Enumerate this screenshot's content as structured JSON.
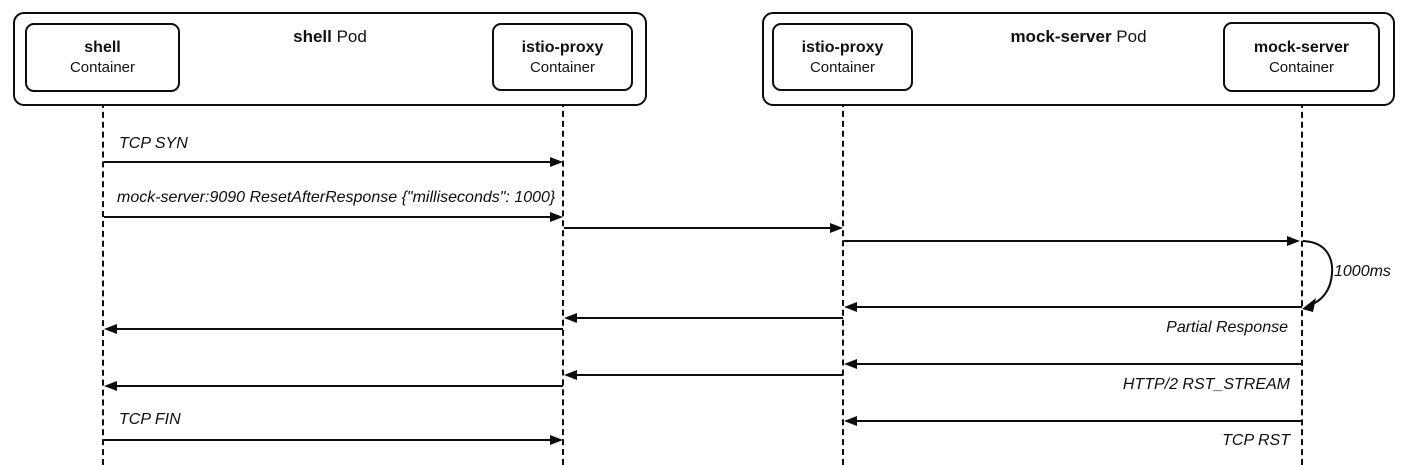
{
  "diagram": {
    "pods": [
      {
        "name": "shell",
        "title_suffix": " Pod",
        "containers": [
          {
            "name": "shell",
            "label": "Container"
          },
          {
            "name": "istio-proxy",
            "label": "Container"
          }
        ]
      },
      {
        "name": "mock-server",
        "title_suffix": " Pod",
        "containers": [
          {
            "name": "istio-proxy",
            "label": "Container"
          },
          {
            "name": "mock-server",
            "label": "Container"
          }
        ]
      }
    ],
    "messages": [
      {
        "label": "TCP SYN",
        "from": "shell Container",
        "to": "istio-proxy Container (shell Pod)",
        "direction": "right"
      },
      {
        "label": "mock-server:9090 ResetAfterResponse {\"milliseconds\": 1000}",
        "from": "shell Container",
        "to": "mock-server Container",
        "direction": "right"
      },
      {
        "label": "1000ms",
        "type": "self-delay",
        "at": "mock-server Container"
      },
      {
        "label": "Partial Response",
        "from": "mock-server Container",
        "to": "shell Container",
        "direction": "left"
      },
      {
        "label": "HTTP/2 RST_STREAM",
        "from": "mock-server Container",
        "to": "shell Container",
        "direction": "left"
      },
      {
        "label": "TCP FIN",
        "from": "shell Container",
        "to": "istio-proxy Container (shell Pod)",
        "direction": "right"
      },
      {
        "label": "TCP RST",
        "from": "mock-server Container",
        "to": "istio-proxy Container (mock-server Pod)",
        "direction": "left"
      }
    ]
  }
}
